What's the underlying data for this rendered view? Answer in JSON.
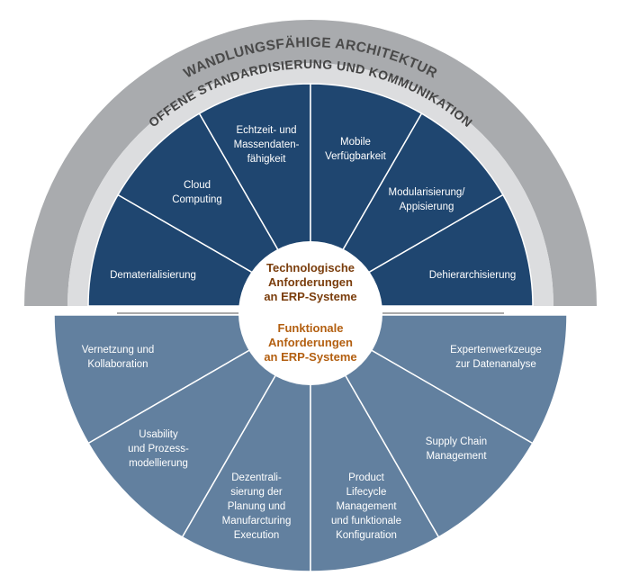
{
  "outer_ring": {
    "label": "WANDLUNGSFÄHIGE ARCHITEKTUR"
  },
  "inner_ring": {
    "label": "OFFENE STANDARDISIERUNG UND KOMMUNIKATION"
  },
  "top_center": {
    "lines": [
      "Technologische",
      "Anforderungen",
      "an ERP-Systeme"
    ]
  },
  "bottom_center": {
    "lines": [
      "Funktionale",
      "Anforderungen",
      "an ERP-Systeme"
    ]
  },
  "top_segments": [
    {
      "lines": [
        "Dematerialisierung"
      ]
    },
    {
      "lines": [
        "Cloud",
        "Computing"
      ]
    },
    {
      "lines": [
        "Echtzeit- und",
        "Massendaten-",
        "fähigkeit"
      ]
    },
    {
      "lines": [
        "Mobile",
        "Verfügbarkeit"
      ]
    },
    {
      "lines": [
        "Modularisierung/",
        "Appisierung"
      ]
    },
    {
      "lines": [
        "Dehierarchisierung"
      ]
    }
  ],
  "bottom_segments": [
    {
      "lines": [
        "Vernetzung und",
        "Kollaboration"
      ]
    },
    {
      "lines": [
        "Usability",
        "und Prozess-",
        "modellierung"
      ]
    },
    {
      "lines": [
        "Dezentrali-",
        "sierung  der",
        "Planung und",
        "Manufarcturing",
        "Execution"
      ]
    },
    {
      "lines": [
        "Product",
        "Lifecycle",
        "Management",
        "und funktionale",
        "Konfiguration"
      ]
    },
    {
      "lines": [
        "Supply Chain",
        "Management"
      ]
    },
    {
      "lines": [
        "Expertenwerkzeuge",
        "zur Datenanalyse"
      ]
    }
  ],
  "colors": {
    "outer_ring": "#a9abae",
    "inner_ring": "#dcdddf",
    "top_segment": "#1f4670",
    "bottom_segment": "#62809f",
    "divider": "#ffffff",
    "center_fill": "#ffffff",
    "center_text": "#b35f10",
    "center_text_top": "#7a3d0c",
    "separator_line": "#555555"
  }
}
